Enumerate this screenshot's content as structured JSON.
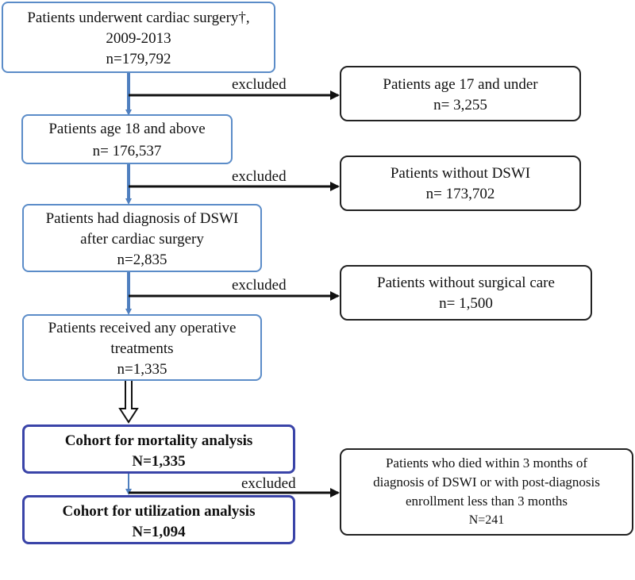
{
  "left_boxes": [
    {
      "lines": [
        "Patients underwent cardiac surgery†,",
        "2009-2013",
        "n=179,792"
      ]
    },
    {
      "lines": [
        "Patients age 18 and above",
        "",
        "n= 176,537"
      ]
    },
    {
      "lines": [
        "Patients had diagnosis of DSWI",
        "after cardiac surgery",
        "n=2,835"
      ]
    },
    {
      "lines": [
        "Patients received any operative",
        "treatments",
        "n=1,335"
      ]
    },
    {
      "lines": [
        "Cohort for mortality analysis",
        "N=1,335"
      ]
    },
    {
      "lines": [
        "Cohort for utilization analysis",
        "N=1,094"
      ]
    }
  ],
  "exclusion_boxes": [
    {
      "lines": [
        "Patients age 17 and under",
        "n= 3,255"
      ]
    },
    {
      "lines": [
        "Patients without DSWI",
        "n= 173,702"
      ]
    },
    {
      "lines": [
        "Patients without surgical care",
        "n= 1,500"
      ]
    },
    {
      "lines": [
        "Patients who died within 3 months of",
        "diagnosis of DSWI or with post-diagnosis",
        "enrollment less than 3 months",
        "N=241"
      ]
    }
  ],
  "excluded_label": "excluded",
  "colors": {
    "box_border": "#5b8cc8",
    "cohort_border": "#3a44a8",
    "arrow_down": "#4f7fbf",
    "arrow_right": "#111111"
  }
}
